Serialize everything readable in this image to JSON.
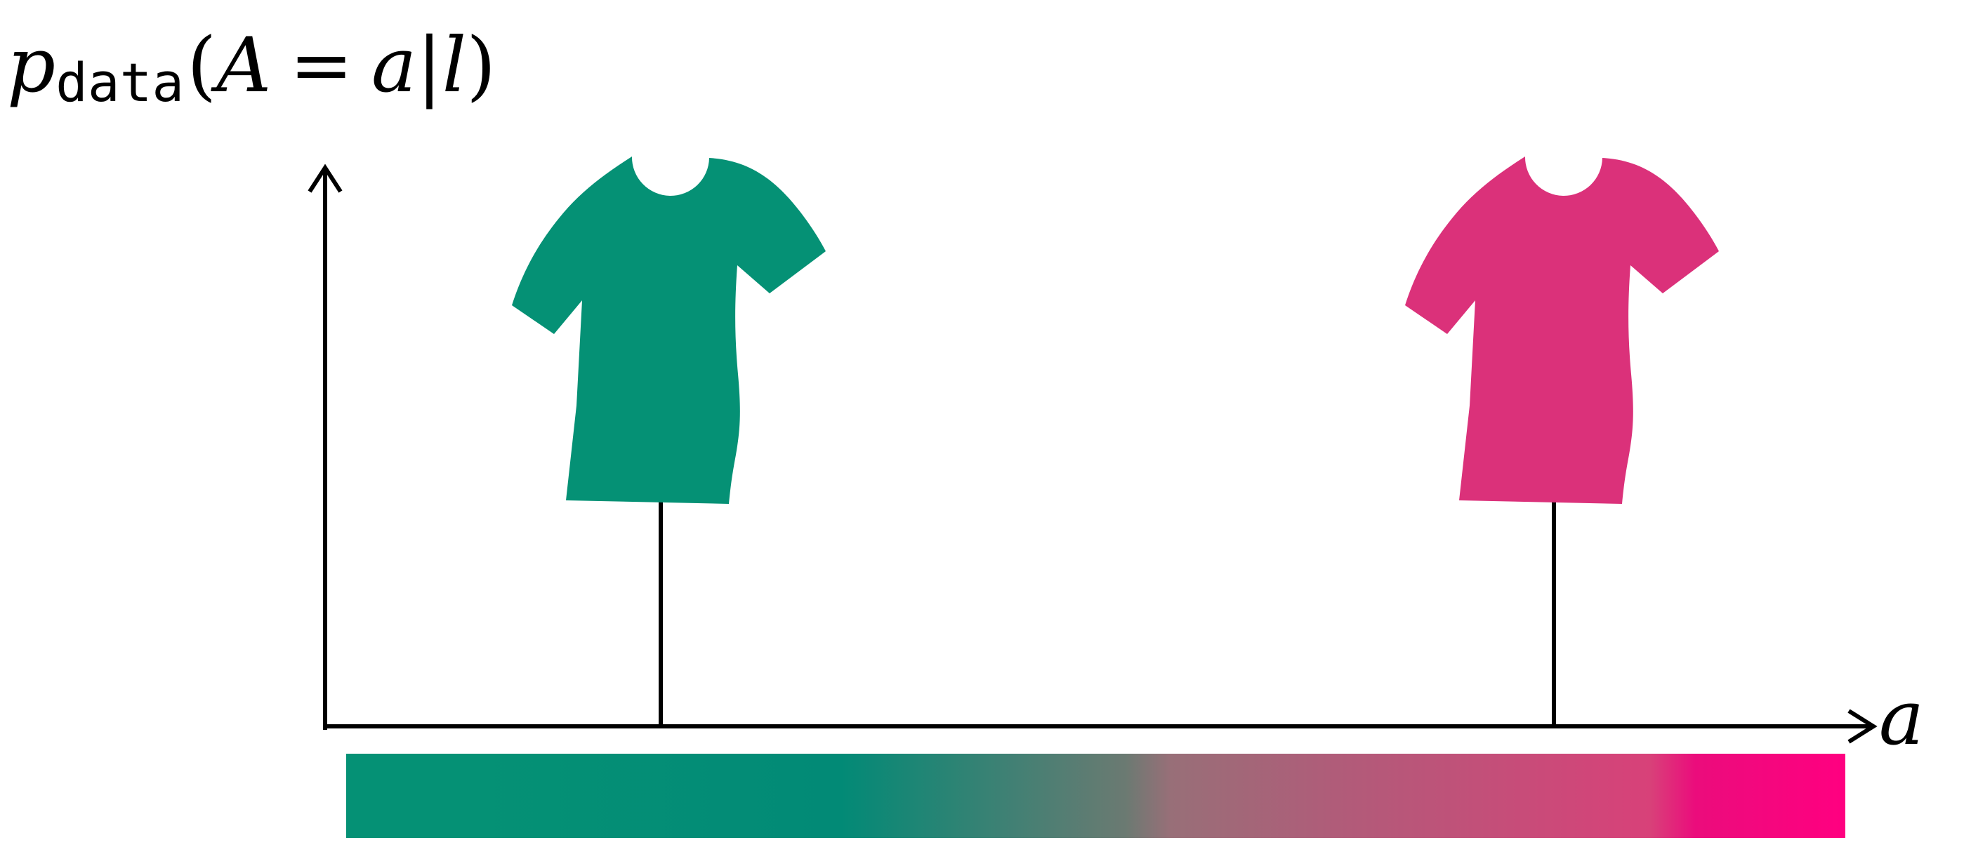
{
  "formula": {
    "p": "p",
    "subscript": "data",
    "open_paren": "(",
    "variable": "A",
    "equals": "=",
    "value": "a",
    "bar": "|",
    "condition": "l",
    "close_paren": ")"
  },
  "x_axis": {
    "label": "a"
  },
  "colors": {
    "axis": "#000000",
    "shirt_left": "#059175",
    "shirt_right": "#DB317A",
    "gradient_stops": [
      "#059175",
      "#059175",
      "#028A76",
      "#6B7A72",
      "#986F78",
      "#B05C79",
      "#D84179",
      "#EB0C7C",
      "#FF0080"
    ]
  },
  "items": [
    {
      "name": "shirt-left",
      "icon": "t-shirt-icon",
      "color": "#059175",
      "position_fraction": 0.224
    },
    {
      "name": "shirt-right",
      "icon": "t-shirt-icon",
      "color": "#DB317A",
      "position_fraction": 0.82
    }
  ]
}
